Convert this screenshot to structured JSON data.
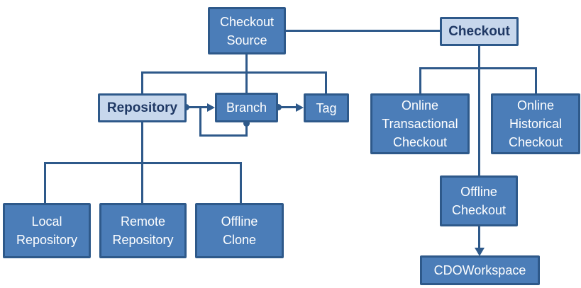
{
  "diagram": {
    "colors": {
      "node_fill": "#4b7db8",
      "node_border": "#2e598a",
      "highlight_fill": "#c7d7ec",
      "highlight_text": "#1f3864",
      "node_text": "#ffffff",
      "connector": "#2e598a"
    },
    "nodes": {
      "checkout_source": {
        "label": "Checkout\nSource"
      },
      "checkout": {
        "label": "Checkout"
      },
      "repository": {
        "label": "Repository"
      },
      "branch": {
        "label": "Branch"
      },
      "tag": {
        "label": "Tag"
      },
      "online_transactional_checkout": {
        "label": "Online\nTransactional\nCheckout"
      },
      "online_historical_checkout": {
        "label": "Online\nHistorical\nCheckout"
      },
      "offline_checkout": {
        "label": "Offline\nCheckout"
      },
      "cdoworkspace": {
        "label": "CDOWorkspace"
      },
      "local_repository": {
        "label": "Local\nRepository"
      },
      "remote_repository": {
        "label": "Remote\nRepository"
      },
      "offline_clone": {
        "label": "Offline\nClone"
      }
    },
    "edges": [
      {
        "from": "checkout_source",
        "to": "checkout",
        "style": "plain-line"
      },
      {
        "from": "checkout_source",
        "to": "repository",
        "style": "tree-line"
      },
      {
        "from": "checkout_source",
        "to": "branch",
        "style": "tree-line"
      },
      {
        "from": "checkout_source",
        "to": "tag",
        "style": "tree-line"
      },
      {
        "from": "repository",
        "to": "branch",
        "style": "dot-arrow"
      },
      {
        "from": "branch",
        "to": "tag",
        "style": "dot-arrow"
      },
      {
        "from": "branch",
        "to": "branch",
        "style": "dot-arrow-self-loop"
      },
      {
        "from": "repository",
        "to": "local_repository",
        "style": "tree-line"
      },
      {
        "from": "repository",
        "to": "remote_repository",
        "style": "tree-line"
      },
      {
        "from": "repository",
        "to": "offline_clone",
        "style": "tree-line"
      },
      {
        "from": "checkout",
        "to": "online_transactional_checkout",
        "style": "tree-line"
      },
      {
        "from": "checkout",
        "to": "online_historical_checkout",
        "style": "tree-line"
      },
      {
        "from": "checkout",
        "to": "offline_checkout",
        "style": "tree-line"
      },
      {
        "from": "offline_checkout",
        "to": "cdoworkspace",
        "style": "arrow"
      }
    ]
  }
}
